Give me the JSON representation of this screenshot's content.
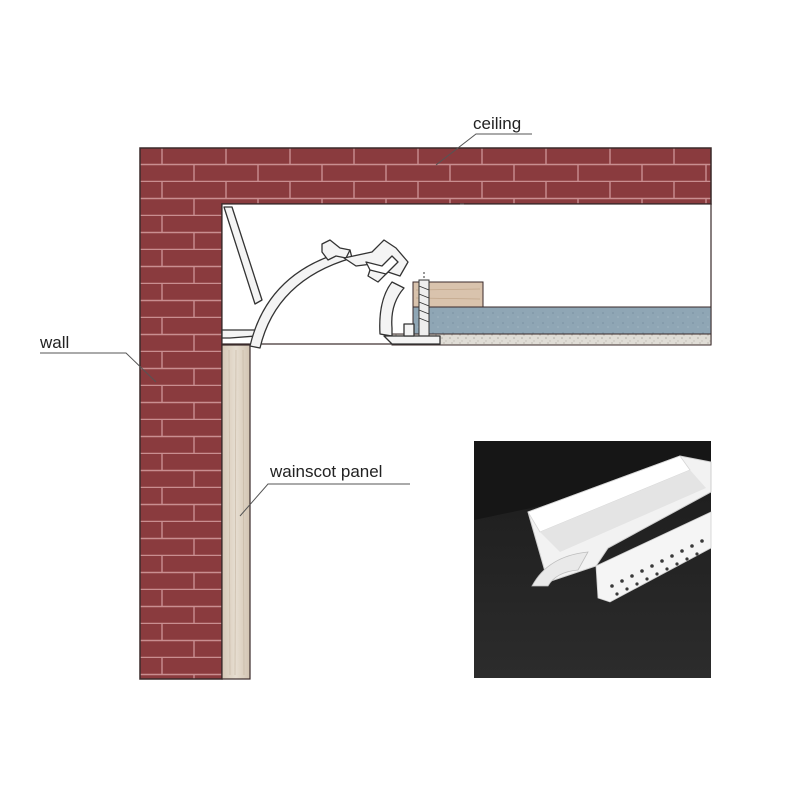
{
  "labels": {
    "ceiling": "ceiling",
    "wall": "wall",
    "wainscot": "wainscot panel"
  },
  "colors": {
    "brick": "#8a3b3e",
    "mortar": "#c98e90",
    "outline": "#3a2a2a",
    "wainscot_wood": "#ddd2c4",
    "ceiling_board": "#8fa6b5",
    "plaster": "#e0ddd6",
    "wood_block": "#d9c3ad",
    "profile_fill": "#f4f4f4",
    "photo_background": "#1e1e1e",
    "photo_profile": "#f2f2f2"
  }
}
